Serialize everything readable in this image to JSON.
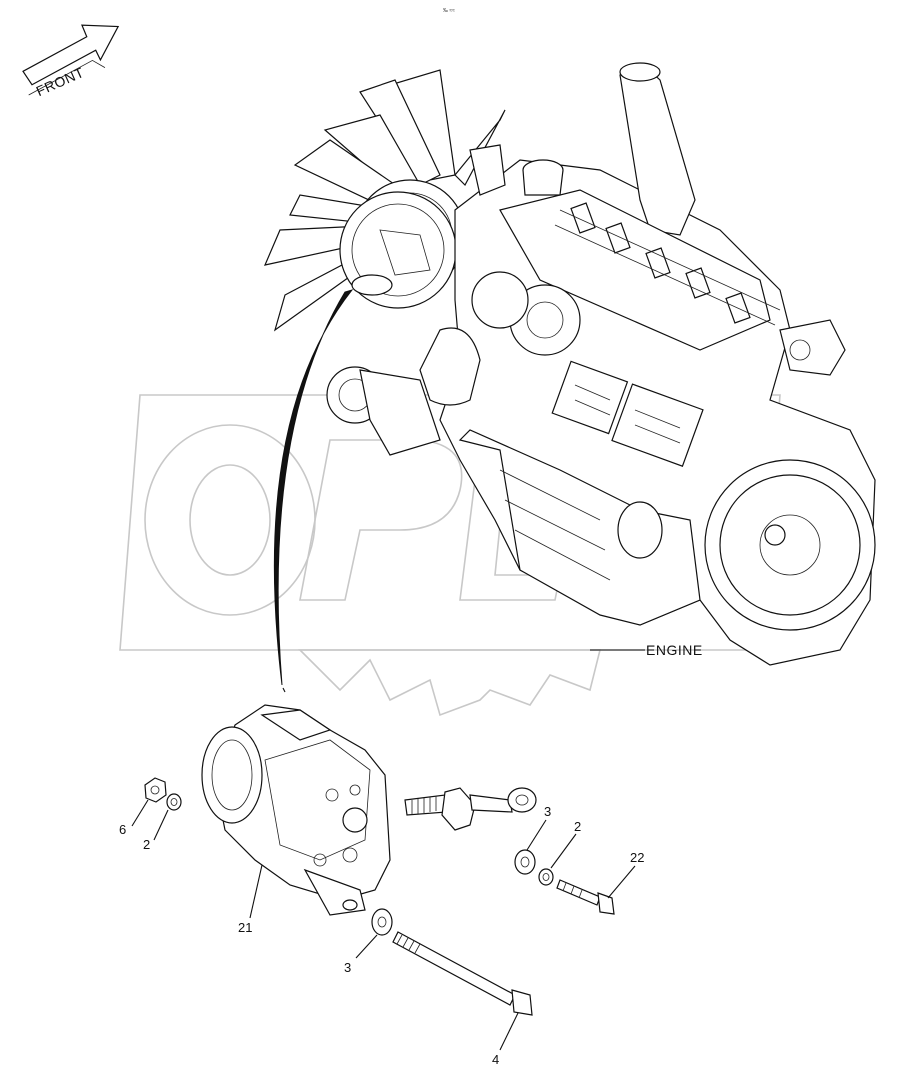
{
  "header": {
    "tiny_mark": "‰ ≈≈"
  },
  "front_arrow": {
    "label": "FRONT"
  },
  "engine": {
    "label": "ENGINE"
  },
  "callouts": [
    {
      "id": "c6",
      "text": "6"
    },
    {
      "id": "c2a",
      "text": "2"
    },
    {
      "id": "c21",
      "text": "21"
    },
    {
      "id": "c3a",
      "text": "3"
    },
    {
      "id": "c3b",
      "text": "3"
    },
    {
      "id": "c2b",
      "text": "2"
    },
    {
      "id": "c22",
      "text": "22"
    },
    {
      "id": "c4",
      "text": "4"
    }
  ]
}
